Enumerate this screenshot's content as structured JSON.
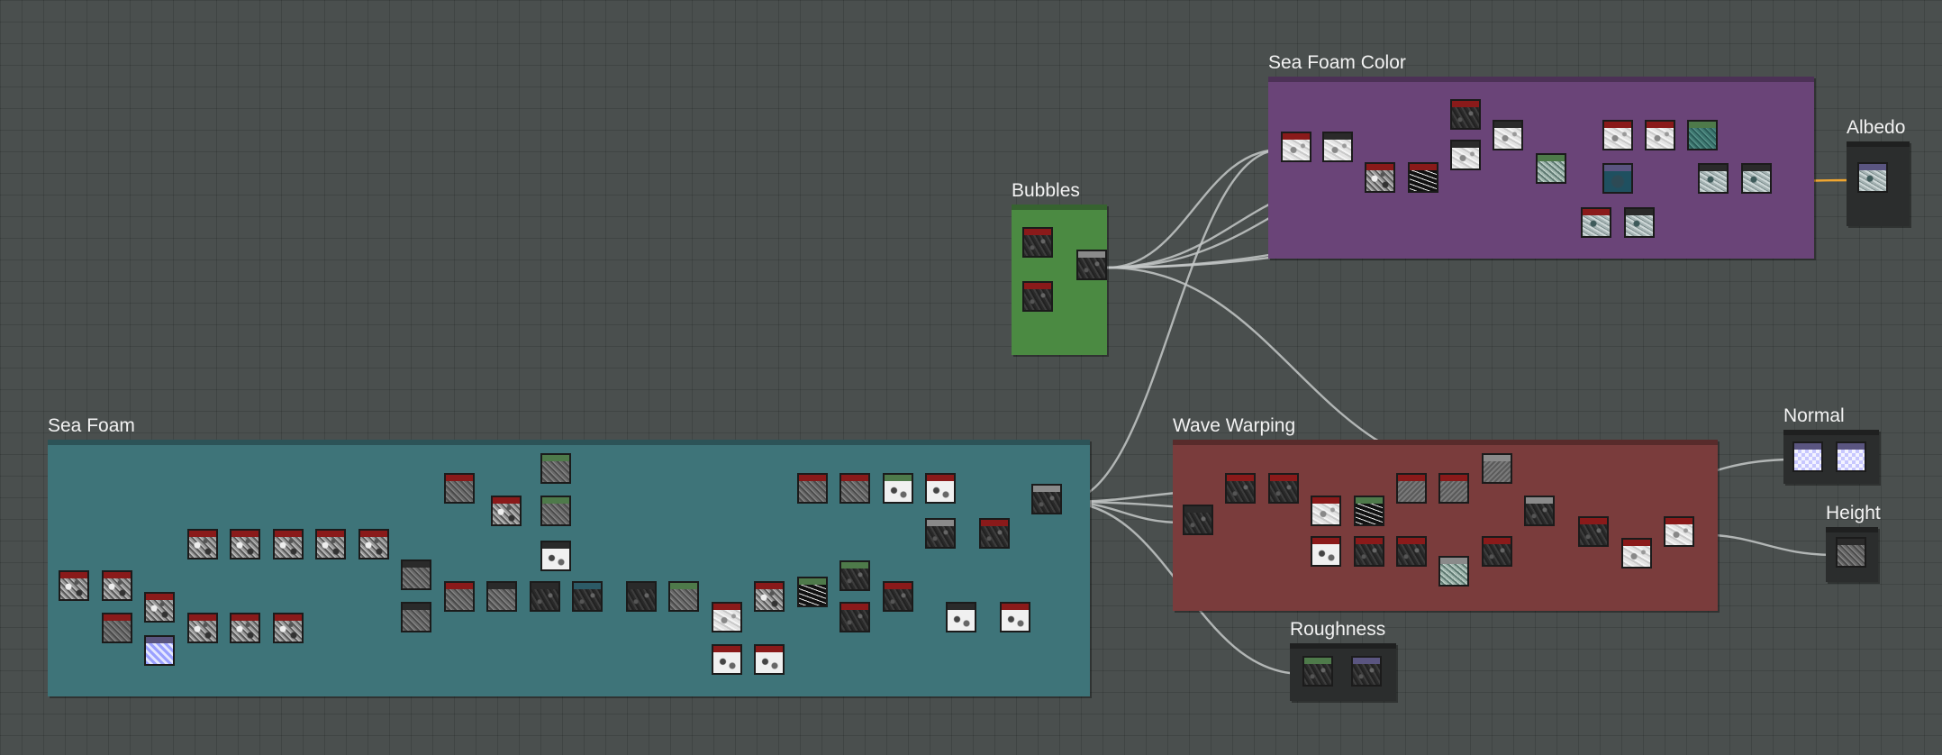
{
  "frames": {
    "sea_foam_color": {
      "title": "Sea Foam Color",
      "color": "#6a4478"
    },
    "bubbles": {
      "title": "Bubbles",
      "color": "#4b8a42"
    },
    "sea_foam": {
      "title": "Sea Foam",
      "color": "#3e7479"
    },
    "wave_warping": {
      "title": "Wave Warping",
      "color": "#7a3c3c"
    },
    "roughness": {
      "title": "Roughness"
    },
    "albedo": {
      "title": "Albedo"
    },
    "normal": {
      "title": "Normal"
    },
    "height": {
      "title": "Height"
    }
  },
  "colors": {
    "canvas": "#4a4f4e",
    "link": "#c4c8c8",
    "link_color": "#f0a630",
    "node_header_red": "#8a1a1a",
    "node_header_green": "#4e7a4a",
    "node_header_grey": "#8a8a8a",
    "node_header_teal": "#2c5a66",
    "node_header_purple": "#5a5580"
  }
}
